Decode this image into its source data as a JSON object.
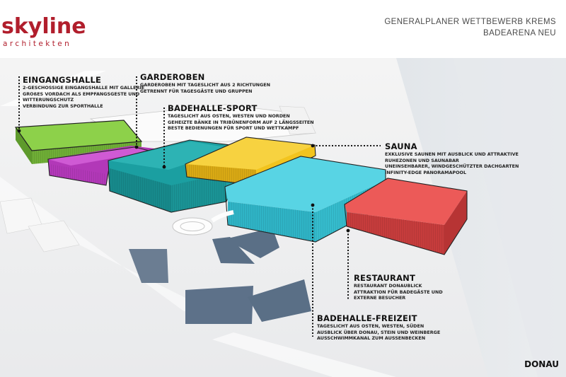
{
  "logo": {
    "name": "skyline",
    "subtitle": "architekten"
  },
  "project": {
    "line1": "GENERALPLANER WETTBEWERB KREMS",
    "line2": "BADEARENA NEU"
  },
  "colors": {
    "brand": "#b11e2c",
    "eingangshalle": "#7cc043",
    "garderoben": "#c048c8",
    "badehalle_sport": "#1fa7a8",
    "sauna": "#f0c320",
    "badehalle_freizeit": "#3cc8dc",
    "restaurant": "#e04545",
    "parking": "#5a6f86"
  },
  "zones": {
    "eingangshalle": {
      "title": "EINGANGSHALLE",
      "lines": [
        "2-GESCHOSSIGE EINGANGSHALLE MIT GALLERIE",
        "GROßES VORDACH ALS EMPFANGSGESTE UND",
        "WITTERUNGSCHUTZ",
        "VERBINDUNG ZUR SPORTHALLE"
      ]
    },
    "garderoben": {
      "title": "GARDEROBEN",
      "lines": [
        "GARDEROBEN MIT TAGESLICHT AUS 2 RICHTUNGEN",
        "GETRENNT FÜR TAGESGÄSTE UND GRUPPEN"
      ]
    },
    "badehalle_sport": {
      "title": "BADEHALLE-SPORT",
      "lines": [
        "TAGESLICHT AUS OSTEN, WESTEN UND NORDEN",
        "GEHEIZTE BÄNKE IN TRIBÜNENFORM AUF 2 LÄNGSSEITEN",
        "BESTE BEDIENUNGEN FÜR SPORT UND WETTKAMPF"
      ]
    },
    "sauna": {
      "title": "SAUNA",
      "lines": [
        "EXKLUSIVE SAUNEN MIT AUSBLICK UND ATTRAKTIVE",
        "RUHEZONEN UND SAUNABAR",
        "UNEINSEHBARER, WINDGESCHÜTZTER DACHGARTEN",
        "INFINITY-EDGE PANORAMAPOOL"
      ]
    },
    "restaurant": {
      "title": "RESTAURANT",
      "lines": [
        "RESTAURANT DONAUBLICK",
        "ATTRAKTION FÜR BADEGÄSTE UND",
        "EXTERNE BESUCHER"
      ]
    },
    "badehalle_freizeit": {
      "title": "BADEHALLE-FREIZEIT",
      "lines": [
        "TAGESLICHT AUS OSTEN, WESTEN, SÜDEN",
        "AUSBLICK ÜBER DONAU, STEIN UND WEINBERGE",
        "AUSSCHWIMMKANAL ZUM AUSSENBECKEN"
      ]
    }
  },
  "river_label": "DONAU"
}
